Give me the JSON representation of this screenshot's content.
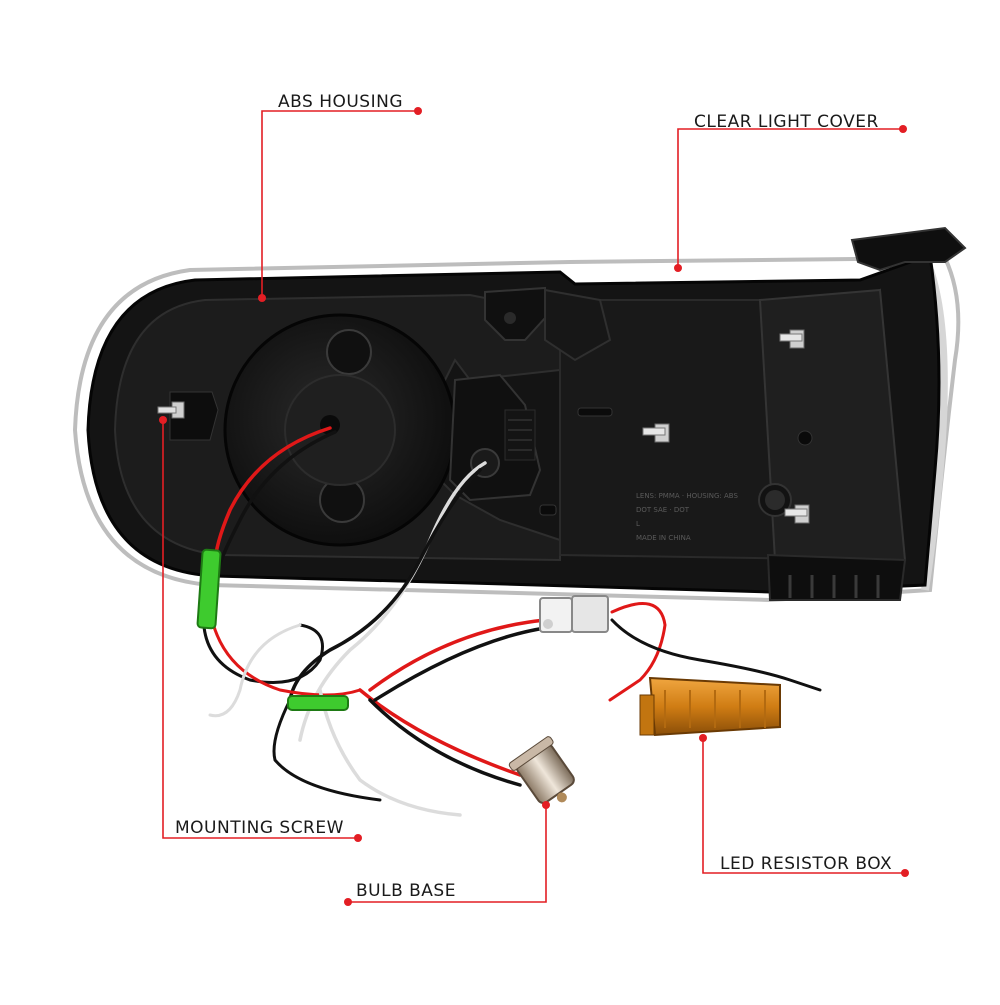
{
  "callouts": {
    "abs_housing": "ABS HOUSING",
    "clear_light_cover": "CLEAR LIGHT COVER",
    "mounting_screw": "MOUNTING SCREW",
    "bulb_base": "BULB BASE",
    "led_resistor_box": "LED RESISTOR BOX"
  },
  "housing_text": [
    "MADE IN CHINA"
  ],
  "colors": {
    "leader_line": "#e31e24",
    "housing": "#141414",
    "wire_red": "#e01818",
    "wire_black": "#111111",
    "wire_white": "#dcdcdc",
    "connector_green": "#3ecb2e",
    "resistor_gold": "#d9861c"
  }
}
